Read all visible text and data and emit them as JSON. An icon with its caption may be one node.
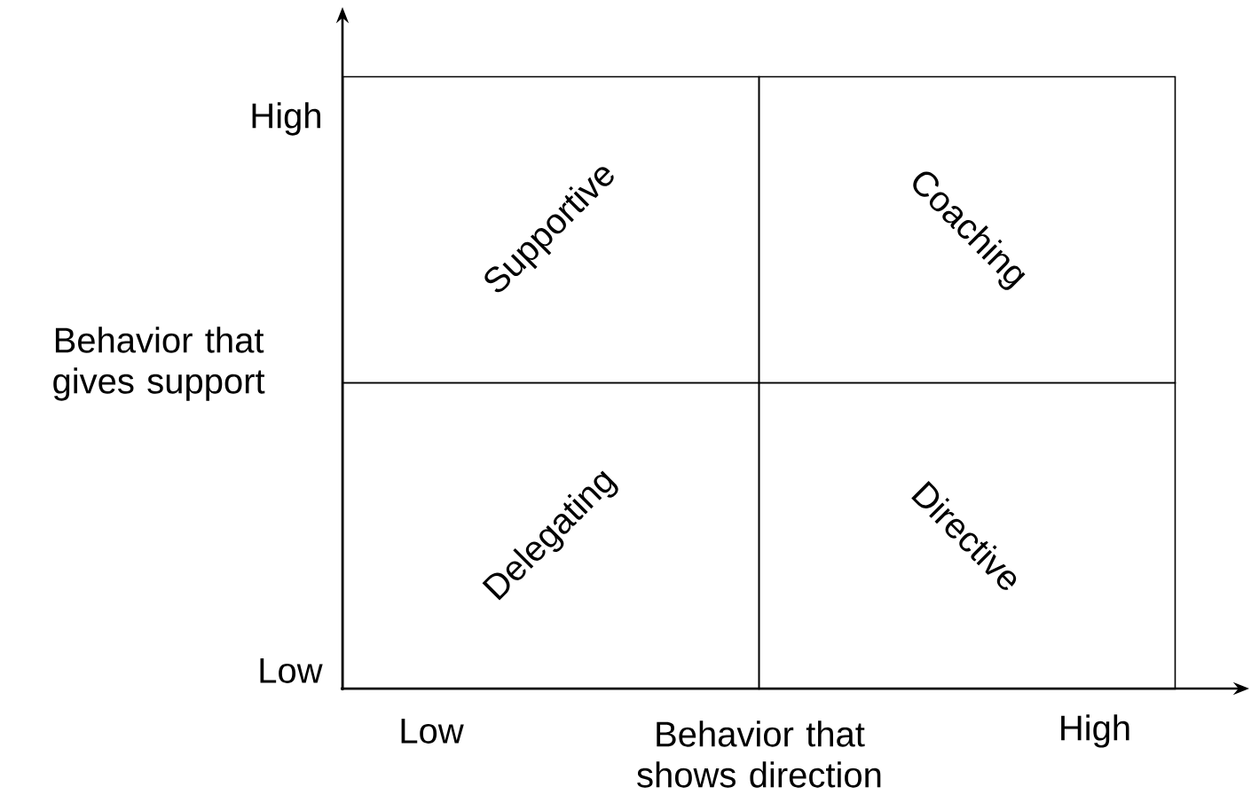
{
  "diagram": {
    "nodes": [
      {
        "text": [
          "Supportive"
        ]
      },
      {
        "text": [
          "Coaching"
        ]
      },
      {
        "text": [
          "Delegating"
        ]
      },
      {
        "text": [
          "Directive"
        ]
      }
    ],
    "labels": [
      "High",
      "Behavior that gives support",
      "Low",
      "Low",
      "Behavior that shows direction",
      "High"
    ]
  }
}
